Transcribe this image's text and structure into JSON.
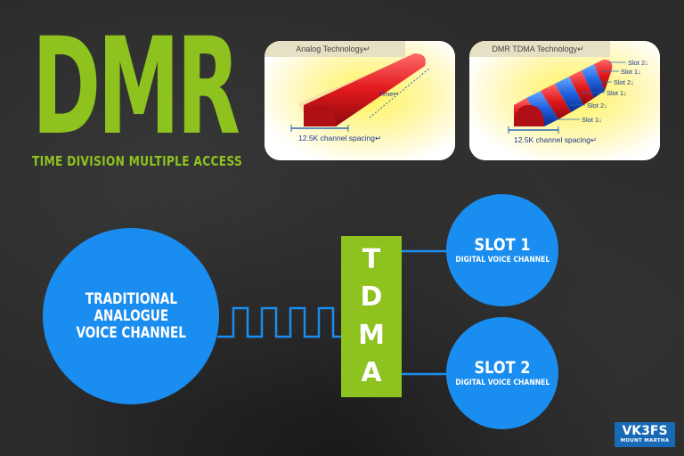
{
  "header": {
    "title": "DMR",
    "subtitle": "TIME DIVISION MULTIPLE ACCESS"
  },
  "analog_card": {
    "tab_label": "Analog Technology↵",
    "time_label": "Time↵",
    "spacing_label": "12.5K channel spacing↵"
  },
  "tdma_card": {
    "tab_label": "DMR TDMA Technology↵",
    "slot_labels": [
      "Slot 2↓",
      "Slot 1↓",
      "Slot 2↓",
      "Slot 1↓",
      "Slot 2↓",
      "Slot 1↓"
    ],
    "spacing_label": "12.5K channel spacing↵"
  },
  "diagram": {
    "traditional_lines": [
      "TRADITIONAL",
      "ANALOGUE",
      "VOICE CHANNEL"
    ],
    "tdma_letters": [
      "T",
      "D",
      "M",
      "A"
    ],
    "slot1": {
      "title": "SLOT 1",
      "subtitle": "DIGITAL VOICE CHANNEL"
    },
    "slot2": {
      "title": "SLOT 2",
      "subtitle": "DIGITAL VOICE CHANNEL"
    }
  },
  "badge": {
    "callsign": "VK3FS",
    "location": "MOUNT MARTHA"
  },
  "colors": {
    "green": "#8dc21f",
    "blue": "#1a8df0",
    "background": "#2b2b2b"
  }
}
